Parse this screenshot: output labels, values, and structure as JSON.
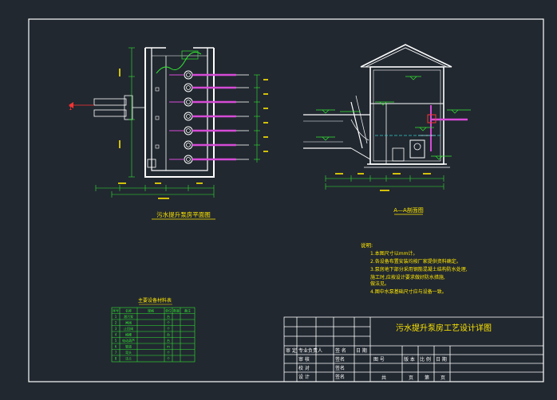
{
  "drawing": {
    "plan_title": "污水提升泵房平面图",
    "section_title": "A—A剖面图",
    "drawing_name": "污水提升泵房工艺设计详图",
    "notes": {
      "heading": "说明:",
      "lines": [
        "1.本图尺寸以mm计。",
        "2.各设备布置安装均按厂家提供资料确定。",
        "3.泵房地下部分采用钢筋混凝土结构防水处理,",
        "  施工时,应按设计要求做好防水措施,",
        "  做法见。",
        "4.图中水泵基础尺寸应与设备一致。"
      ]
    },
    "equipment_table": {
      "title": "主要设备材料表",
      "columns": [
        "序号",
        "名称",
        "规格",
        "单位",
        "数量",
        "备注"
      ],
      "rows": [
        [
          "1",
          "潜污泵",
          "",
          "台",
          "",
          ""
        ],
        [
          "2",
          "闸阀",
          "",
          "个",
          "",
          ""
        ],
        [
          "3",
          "止回阀",
          "",
          "个",
          "",
          ""
        ],
        [
          "4",
          "格栅",
          "",
          "台",
          "",
          ""
        ],
        [
          "5",
          "电动葫芦",
          "",
          "台",
          "",
          ""
        ],
        [
          "6",
          "管道",
          "",
          "m",
          "",
          ""
        ],
        [
          "7",
          "弯头",
          "",
          "个",
          "",
          ""
        ],
        [
          "8",
          "法兰",
          "",
          "个",
          "",
          ""
        ]
      ]
    },
    "title_block": {
      "header": [
        "审 定",
        "专业负责人",
        "签 名",
        "日 期"
      ],
      "roles": [
        "审 核",
        "校 对",
        "设 计"
      ],
      "signer_labels": [
        "签名",
        "签名",
        "签名"
      ],
      "right_row": [
        "图 号",
        "版 本",
        "比 例",
        "日 期"
      ],
      "bottom_row": [
        "共",
        "页",
        "第",
        "页"
      ]
    },
    "colors": {
      "background": "#212830",
      "frame": "#ffffff",
      "structure": "#ffffff",
      "dimension": "#33e633",
      "pipe": "#d64bd6",
      "label_yellow": "#ffe600",
      "accent_red": "#ff3333",
      "accent_cyan": "#33cccc"
    }
  }
}
